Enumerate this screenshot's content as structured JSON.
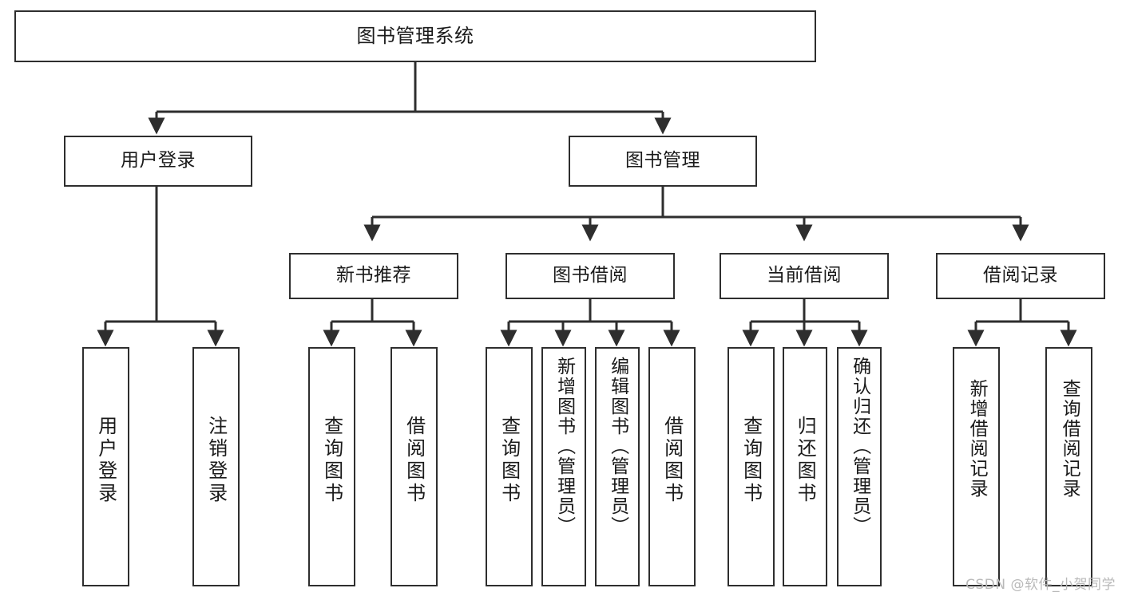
{
  "diagram": {
    "type": "tree",
    "title": "图书管理系统",
    "orientation": "top-down",
    "colors": {
      "box_stroke": "#2e2e2e",
      "box_fill": "#ffffff",
      "edge": "#2e2e2e",
      "text": "#1a1a1a",
      "watermark": "#b9b9b9",
      "background": "#ffffff"
    }
  },
  "nodes": {
    "root": {
      "label": "图书管理系统"
    },
    "level2": [
      {
        "id": "user-login",
        "label": "用户登录"
      },
      {
        "id": "book-manage",
        "label": "图书管理"
      }
    ],
    "level3": [
      {
        "id": "new-book-recommend",
        "label": "新书推荐"
      },
      {
        "id": "book-borrow",
        "label": "图书借阅"
      },
      {
        "id": "current-borrow",
        "label": "当前借阅"
      },
      {
        "id": "borrow-record",
        "label": "借阅记录"
      }
    ],
    "leaves": {
      "user_login": [
        {
          "id": "leaf-user-login",
          "label": "用户登录"
        },
        {
          "id": "leaf-logout",
          "label": "注销登录"
        }
      ],
      "new_book_recommend": [
        {
          "id": "leaf-query-book-1",
          "label": "查询图书"
        },
        {
          "id": "leaf-borrow-book-1",
          "label": "借阅图书"
        }
      ],
      "book_borrow": [
        {
          "id": "leaf-query-book-2",
          "label": "查询图书"
        },
        {
          "id": "leaf-add-book",
          "label": "新增图书（管理员）"
        },
        {
          "id": "leaf-edit-book",
          "label": "编辑图书（管理员）"
        },
        {
          "id": "leaf-borrow-book-2",
          "label": "借阅图书"
        }
      ],
      "current_borrow": [
        {
          "id": "leaf-query-book-3",
          "label": "查询图书"
        },
        {
          "id": "leaf-return-book",
          "label": "归还图书"
        },
        {
          "id": "leaf-confirm-return",
          "label": "确认归还（管理员）"
        }
      ],
      "borrow_record": [
        {
          "id": "leaf-add-record",
          "label": "新增借阅记录"
        },
        {
          "id": "leaf-query-record",
          "label": "查询借阅记录"
        }
      ]
    }
  },
  "watermark": {
    "text": "CSDN @软件_小贺同学"
  }
}
